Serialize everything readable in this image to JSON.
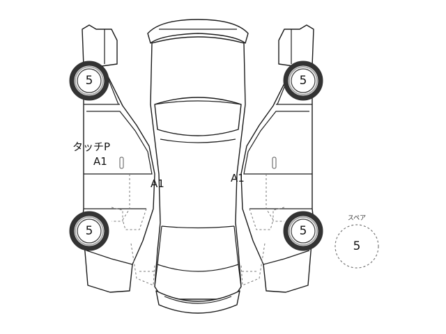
{
  "tires": {
    "front_left": "5",
    "front_right": "5",
    "rear_left": "5",
    "rear_right": "5"
  },
  "spare": {
    "label": "スペア",
    "value": "5"
  },
  "damage_notes": {
    "left_door_type": "タッチP",
    "left_door_grade": "A1",
    "left_pillar": "A1",
    "right_pillar": "A1"
  }
}
